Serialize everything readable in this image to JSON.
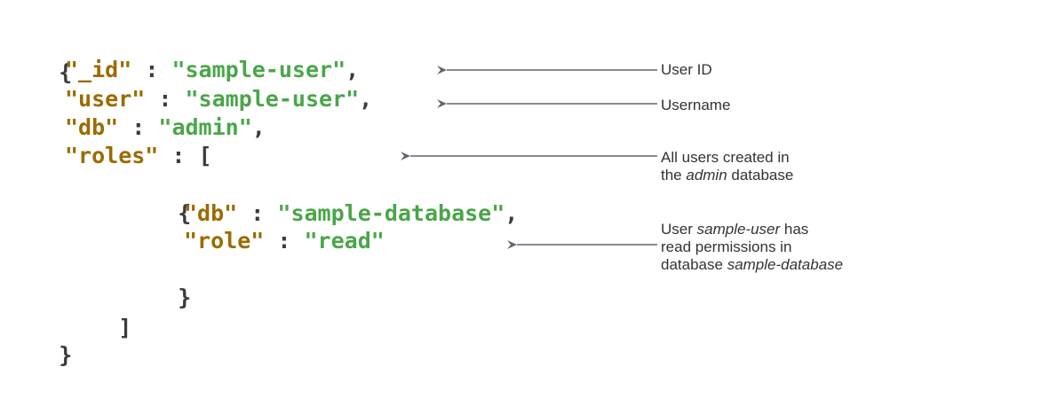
{
  "code": {
    "open_brace": "{",
    "id_key": "\"_id\"",
    "id_value": "\"sample-user\"",
    "user_key": "\"user\"",
    "user_value": "\"sample-user\"",
    "db_key": "\"db\"",
    "db_value": "\"admin\"",
    "roles_key": "\"roles\"",
    "open_bracket": "[",
    "role_open_brace": "{",
    "role_db_key": "\"db\"",
    "role_db_value": "\"sample-database\"",
    "role_key": "\"role\"",
    "role_value": "\"read\"",
    "role_close_brace": "}",
    "close_bracket": "]",
    "close_brace": "}",
    "colon": ":",
    "comma": ","
  },
  "annotations": {
    "user_id": "User ID",
    "username": "Username",
    "admin_line1": "All users created in",
    "admin_line2_pre": "the ",
    "admin_line2_em": "admin",
    "admin_line2_post": " database",
    "perm_line1_pre": "User ",
    "perm_line1_em": "sample-user",
    "perm_line1_post": " has",
    "perm_line2": "read permissions in",
    "perm_line3_pre": "database ",
    "perm_line3_em": "sample-database"
  },
  "colors": {
    "key": "#9a6c00",
    "string": "#4aa64a",
    "punctuation": "#3b3b3b",
    "arrow": "#5f6670"
  }
}
